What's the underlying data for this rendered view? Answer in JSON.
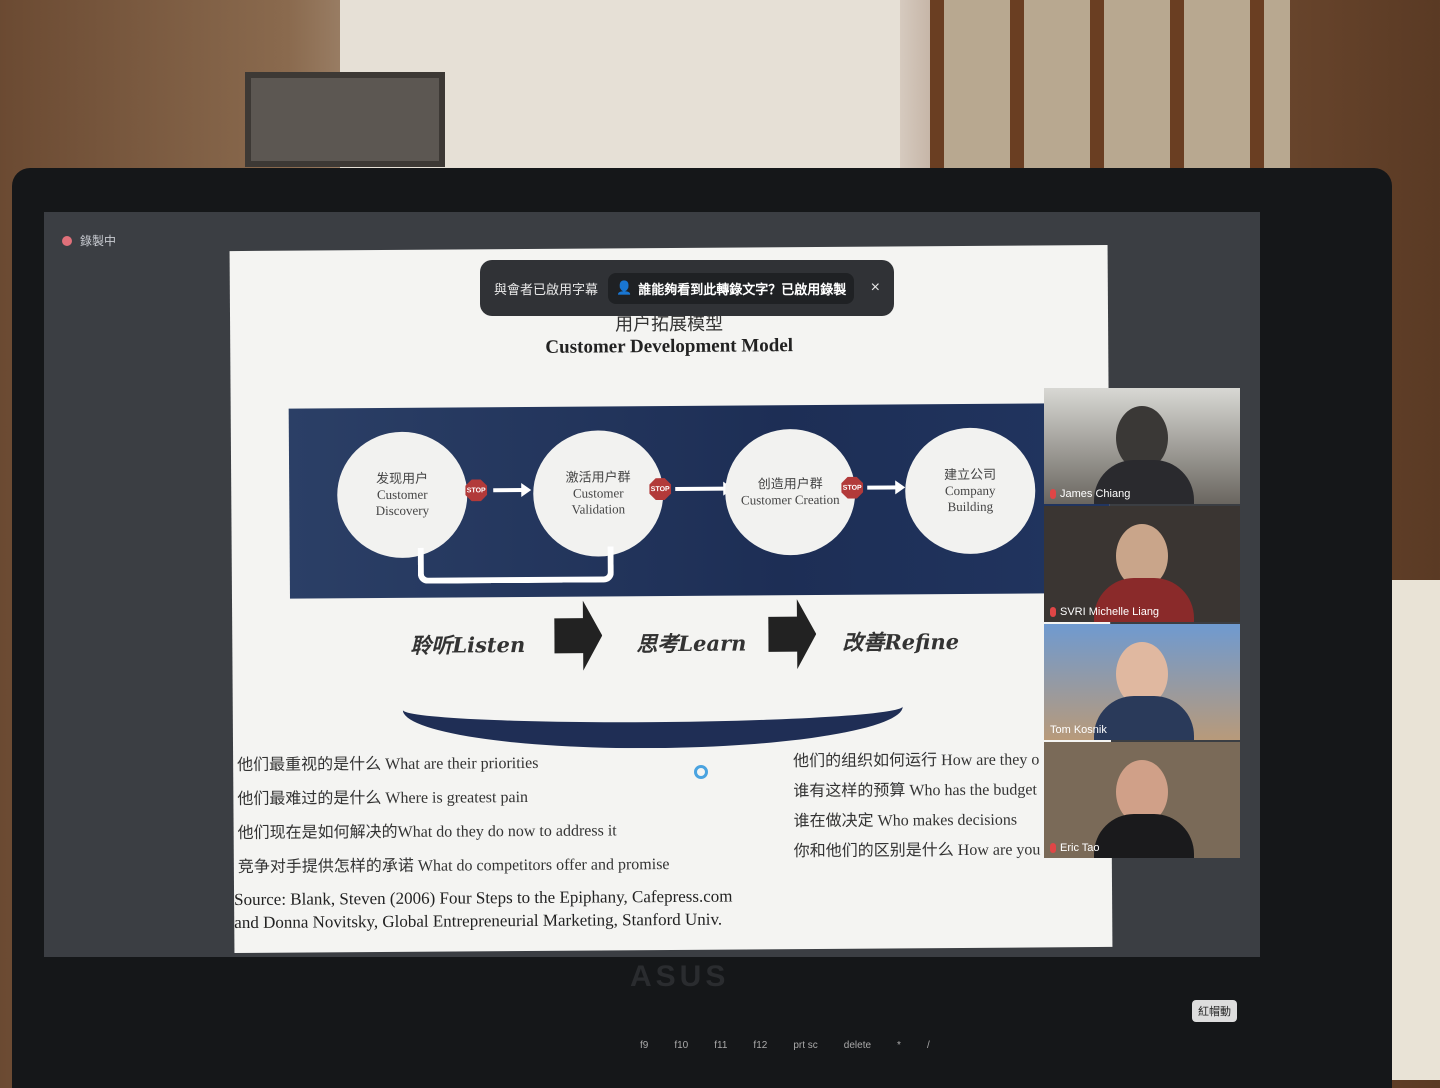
{
  "recording_indicator": "錄製中",
  "caption_banner": {
    "left_text": "與會者已啟用字幕",
    "transcript_text": "誰能夠看到此轉錄文字？已啟用錄製",
    "close": "×"
  },
  "slide": {
    "title_cn": "用户拓展模型",
    "title_en": "Customer Development Model",
    "stages": [
      {
        "cn": "发现用户",
        "en": "Customer Discovery"
      },
      {
        "cn": "激活用户群",
        "en": "Customer Validation"
      },
      {
        "cn": "创造用户群",
        "en": "Customer Creation"
      },
      {
        "cn": "建立公司",
        "en": "Company Building"
      }
    ],
    "stop_label": "STOP",
    "phases": [
      "聆听Listen",
      "思考Learn",
      "改善Refine"
    ],
    "questions_left": [
      "他们最重视的是什么 What are their priorities",
      "他们最难过的是什么 Where is greatest pain",
      "他们现在是如何解决的What do they do now to address it",
      "竞争对手提供怎样的承诺 What do competitors offer and promise"
    ],
    "questions_right": [
      "他们的组织如何运行 How are they o",
      "谁有这样的预算 Who has the budget",
      "谁在做决定 Who makes decisions",
      "你和他们的区别是什么 How are you"
    ],
    "source_line1": "Source: Blank, Steven (2006) Four Steps to the Epiphany, Cafepress.com",
    "source_line2": "and Donna Novitsky, Global Entrepreneurial Marketing, Stanford Univ."
  },
  "participants": [
    {
      "name": "James Chiang"
    },
    {
      "name": "SVRI Michelle Liang"
    },
    {
      "name": "Tom Kosnik"
    },
    {
      "name": "Eric Tao"
    }
  ],
  "keyboard_keys": [
    "f9",
    "f10",
    "f11",
    "f12",
    "prt sc",
    "delete",
    "*",
    "/"
  ],
  "laptop_logo": "ASUS",
  "sticker": "紅帽動"
}
